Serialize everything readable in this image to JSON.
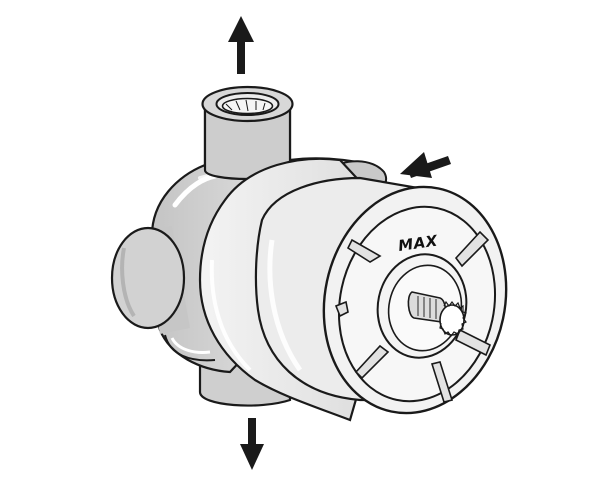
{
  "diagram": {
    "max_label": "MAX",
    "colors": {
      "body": "#d6d6d6",
      "body_shadow": "#bcbcbc",
      "sleeve": "#e6e6e6",
      "outline": "#1a1a1a",
      "arrow": "#1a1a1a"
    },
    "arrows": [
      {
        "name": "outlet-top-arrow",
        "direction": "up"
      },
      {
        "name": "inlet-right-arrow",
        "direction": "left"
      },
      {
        "name": "outlet-bottom-arrow",
        "direction": "down"
      }
    ]
  }
}
